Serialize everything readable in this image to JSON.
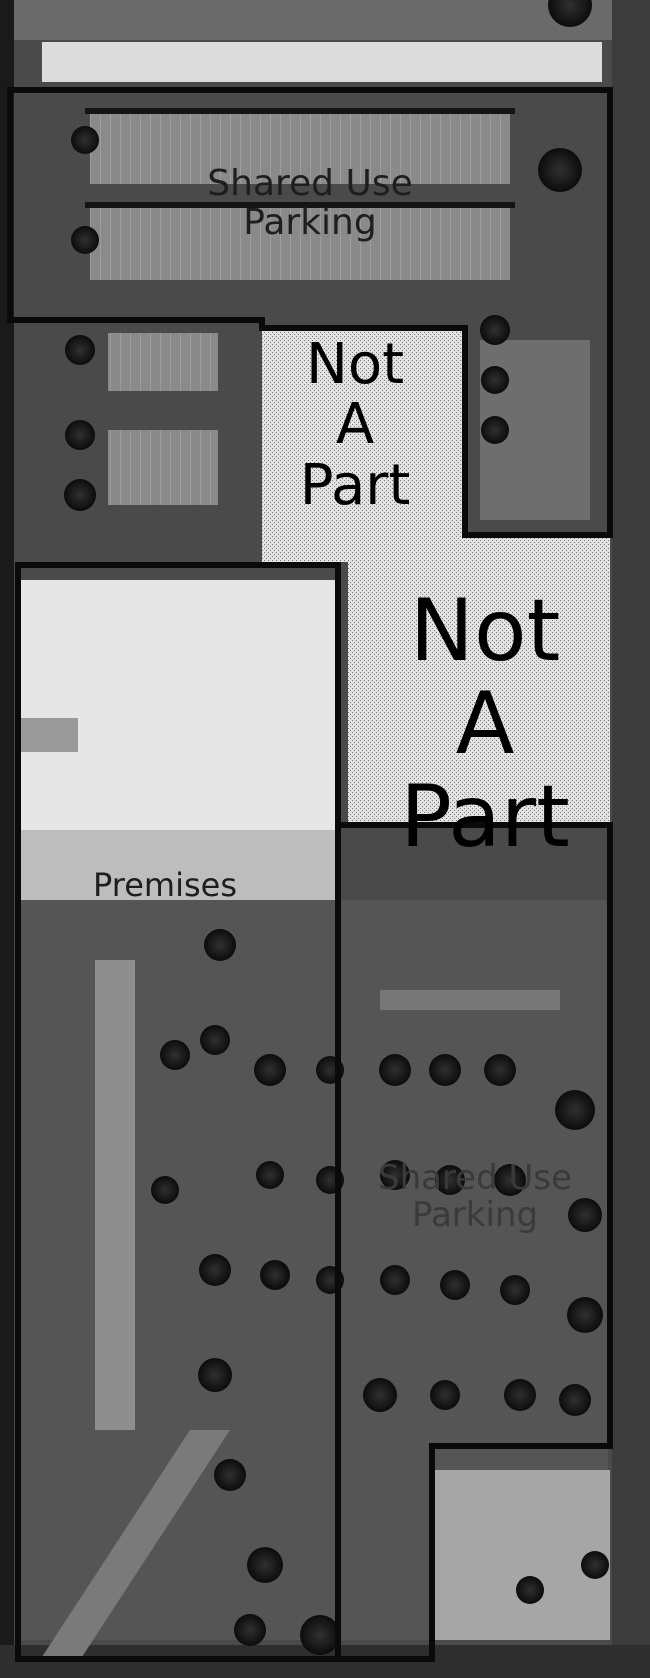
{
  "map": {
    "areas": [
      {
        "id": "shared-use-parking-north",
        "label_line1": "Shared Use",
        "label_line2": "Parking"
      },
      {
        "id": "not-a-part-small",
        "label_line1": "Not",
        "label_line2": "A",
        "label_line3": "Part"
      },
      {
        "id": "not-a-part-large",
        "label_line1": "Not",
        "label_line2": "A",
        "label_line3": "Part"
      },
      {
        "id": "premises",
        "label_line1": "Premises"
      },
      {
        "id": "shared-use-parking-south",
        "label_line1": "Shared Use",
        "label_line2": "Parking"
      }
    ],
    "colors": {
      "background": "#4e4e4e",
      "outline": "#0a0a0a",
      "building_roof": "#e6e6e6",
      "not_a_part_fill": "#dcdcdc",
      "tree": "#121212"
    }
  }
}
